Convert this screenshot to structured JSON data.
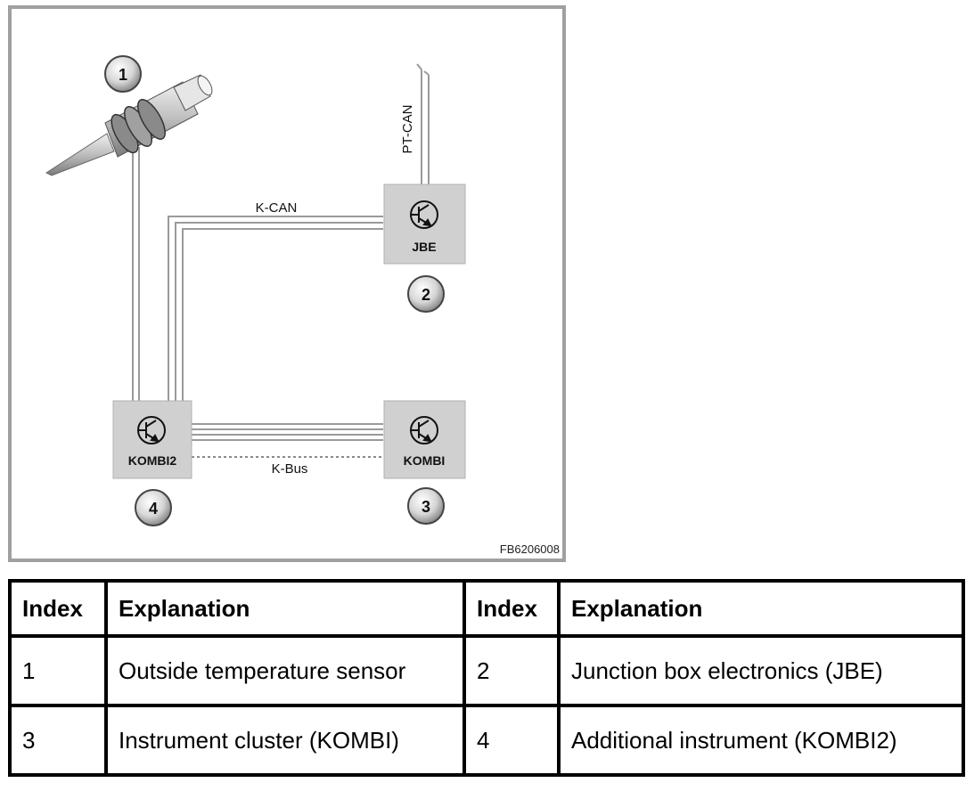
{
  "diagram": {
    "labels": {
      "pt_can": "PT-CAN",
      "k_can": "K-CAN",
      "k_bus": "K-Bus",
      "reference": "FB6206008"
    },
    "blocks": {
      "jbe": "JBE",
      "kombi2": "KOMBI2",
      "kombi": "KOMBI"
    },
    "callouts": [
      "1",
      "2",
      "3",
      "4"
    ],
    "colors": {
      "frame": "#a0a0a0",
      "block": "#d0d0d0",
      "wire": "#9a9a9a"
    }
  },
  "legend": {
    "headers": [
      "Index",
      "Explanation",
      "Index",
      "Explanation"
    ],
    "rows": [
      [
        "1",
        "Outside temperature sensor",
        "2",
        "Junction box electronics (JBE)"
      ],
      [
        "3",
        "Instrument cluster (KOMBI)",
        "4",
        "Additional instrument (KOMBI2)"
      ]
    ]
  }
}
